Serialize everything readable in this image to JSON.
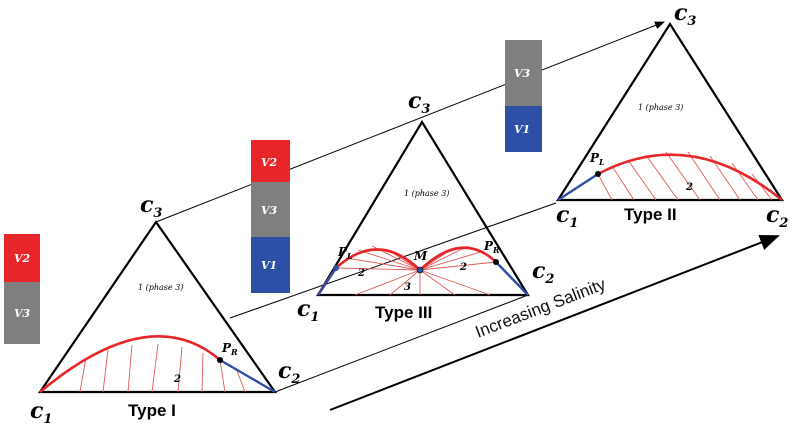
{
  "colors": {
    "red": "#e8262a",
    "grey": "#7f7f7f",
    "blue": "#2d4fa6",
    "tie": "#d9332f",
    "pl": "#2d4fa6"
  },
  "vertices": {
    "c1": "c",
    "c1_sub": "1",
    "c2": "c",
    "c2_sub": "2",
    "c3": "c",
    "c3_sub": "3"
  },
  "stacks": {
    "type1": [
      "V2",
      "V3"
    ],
    "type3": [
      "V2",
      "V3",
      "V1"
    ],
    "type2": [
      "V3",
      "V1"
    ]
  },
  "diagrams": {
    "type1": {
      "label": "Type I",
      "phase_num": "1",
      "phase_text": "(phase 3)",
      "region": "2",
      "point": "P",
      "point_sub": "R"
    },
    "type3": {
      "label": "Type III",
      "phase_num": "1",
      "phase_text": "(phase 3)",
      "left_region": "2",
      "right_region": "2",
      "bottom_region": "3",
      "left_point": "P",
      "left_point_sub": "L",
      "mid_point": "M",
      "right_point": "P",
      "right_point_sub": "R"
    },
    "type2": {
      "label": "Type II",
      "phase_num": "1",
      "phase_text": "(phase 3)",
      "region": "2",
      "point": "P",
      "point_sub": "L"
    }
  },
  "arrow": {
    "label": "Increasing Salinity"
  }
}
